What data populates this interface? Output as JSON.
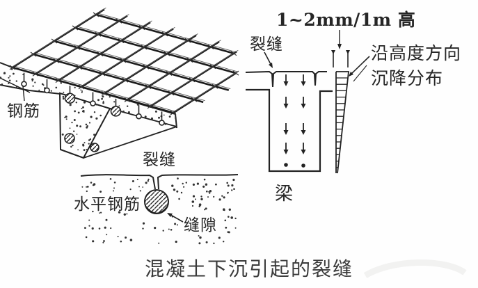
{
  "figure": {
    "caption": "混凝土下沉引起的裂缝",
    "left_perspective": {
      "rebar_label": "钢筋"
    },
    "section_detail": {
      "crack_label": "裂缝",
      "horizontal_rebar_label": "水平钢筋",
      "gap_label": "缝隙"
    },
    "right_elevation": {
      "settlement_rate_label": "1~2mm/1m 高",
      "crack_label": "裂缝",
      "distribution_label_line1": "沿高度方向",
      "distribution_label_line2": "沉降分布",
      "beam_label": "梁"
    },
    "colors": {
      "ink": "#222222",
      "background": "#ffffff"
    }
  }
}
